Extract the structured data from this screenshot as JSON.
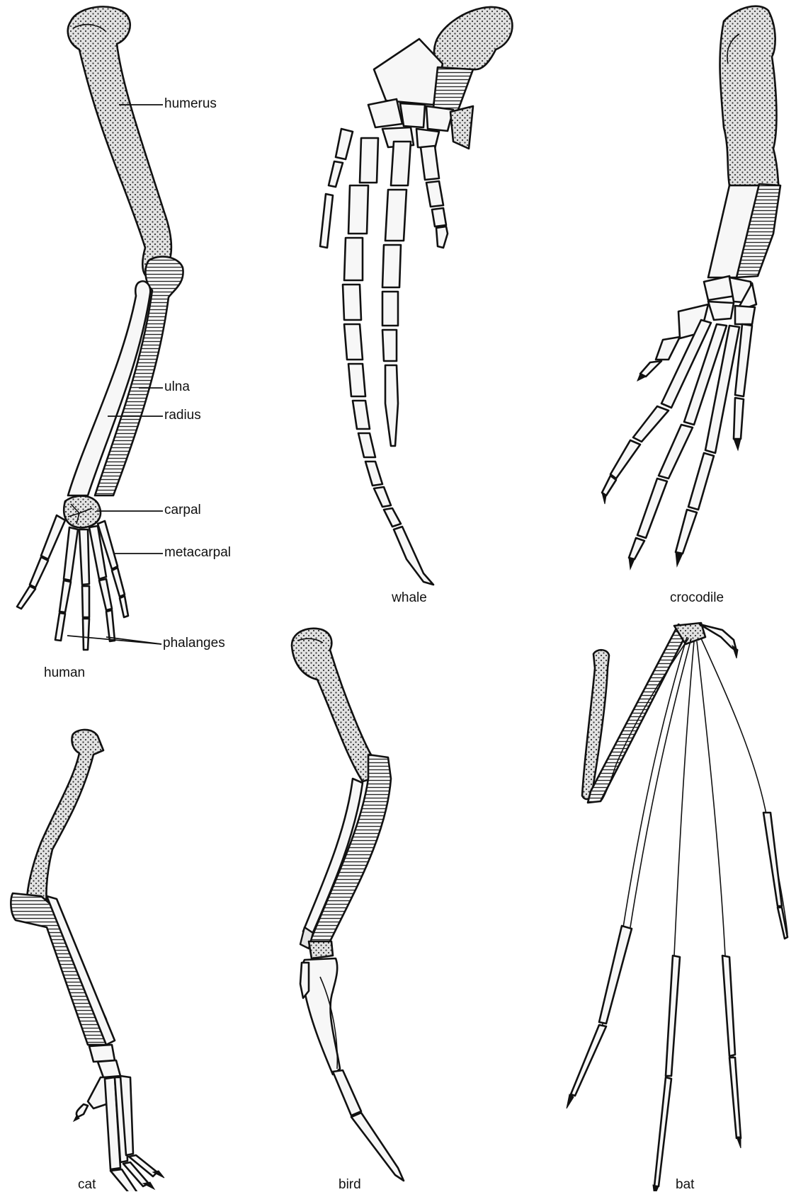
{
  "labels": {
    "humerus": "humerus",
    "ulna": "ulna",
    "radius": "radius",
    "carpal": "carpal",
    "metacarpal": "metacarpal",
    "phalanges": "phalanges"
  },
  "species": {
    "human": "human",
    "whale": "whale",
    "crocodile": "crocodile",
    "cat": "cat",
    "bird": "bird",
    "bat": "bat"
  }
}
